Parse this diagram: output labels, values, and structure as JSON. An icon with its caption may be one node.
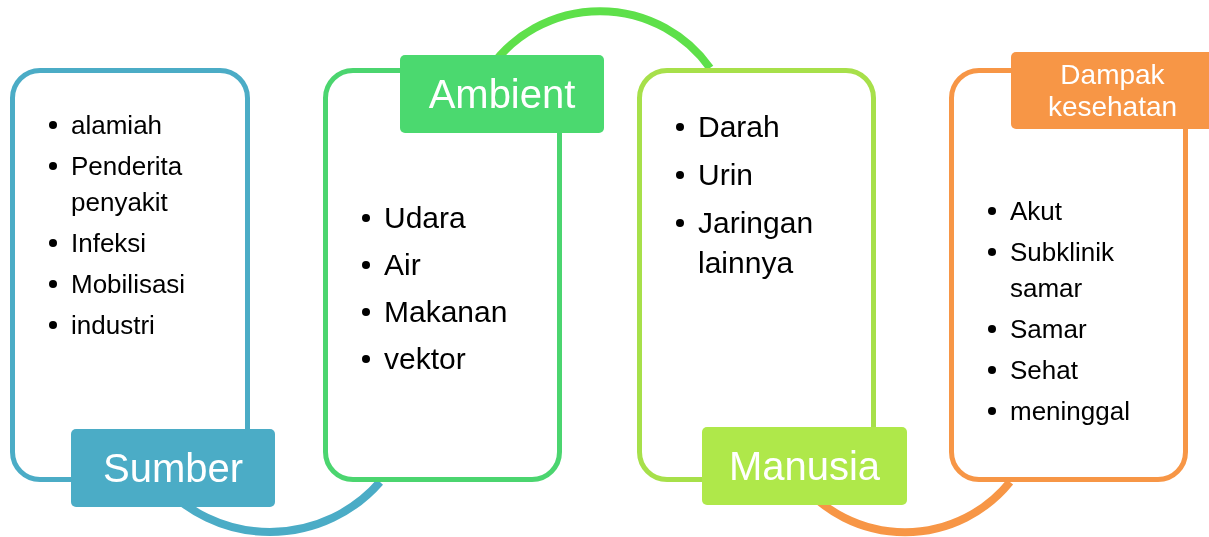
{
  "diagram": {
    "nodes": [
      {
        "text": [
          "Sumber",
          "alamiah",
          "Penderita penyakit",
          "Infeksi",
          "Mobilisasi",
          "industri"
        ]
      },
      {
        "text": [
          "Ambient",
          "Udara",
          "Air",
          "Makanan",
          "vektor"
        ]
      },
      {
        "text": [
          "Manusia",
          "Darah",
          "Urin",
          "Jaringan lainnya"
        ]
      },
      {
        "text": [
          "Dampak kesehatan",
          "Akut",
          "Subklinik samar",
          "Samar",
          "Sehat",
          "meninggal"
        ]
      }
    ],
    "edges": [
      {
        "from": 0,
        "to": 1,
        "arrow": "none",
        "color": "#4bacc6"
      },
      {
        "from": 1,
        "to": 2,
        "arrow": "none",
        "color": "#5ee04a"
      },
      {
        "from": 2,
        "to": 3,
        "arrow": "none",
        "color": "#f79646"
      }
    ]
  }
}
